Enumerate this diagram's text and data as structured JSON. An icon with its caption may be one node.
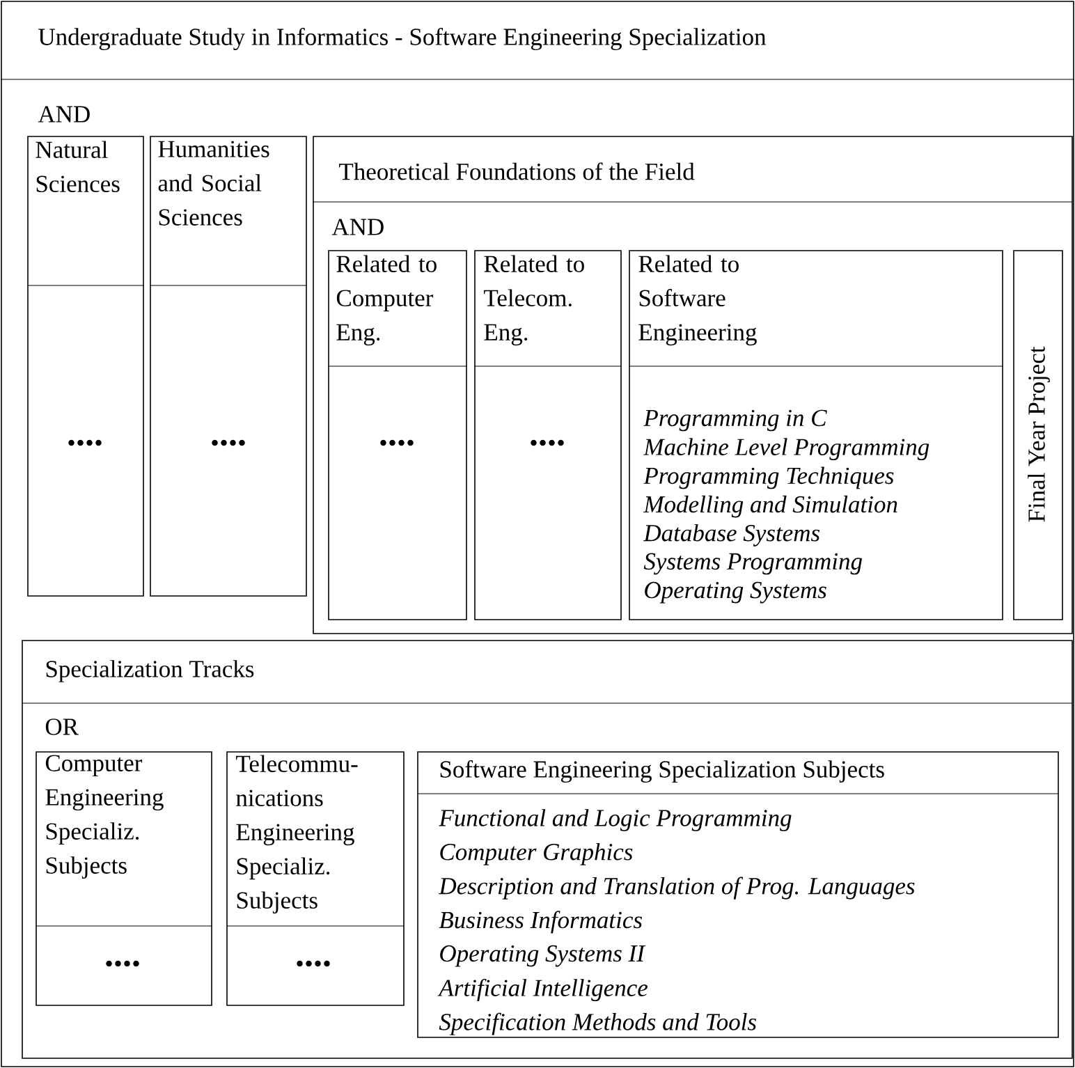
{
  "diagram": {
    "nodes": [
      {
        "text": [
          "Undergraduate Study in Informatics - Software Engineering Specialization",
          "AND"
        ]
      },
      {
        "text": [
          "Natural Sciences",
          "...."
        ],
        "in": 0
      },
      {
        "text": [
          "Humanities and Social Sciences",
          "...."
        ],
        "in": 0
      },
      {
        "text": [
          "Theoretical Foundations of the Field",
          "AND"
        ],
        "in": 0
      },
      {
        "text": [
          "Related to Computer Eng.",
          "...."
        ],
        "in": 3
      },
      {
        "text": [
          "Related to Telecom. Eng.",
          "...."
        ],
        "in": 3
      },
      {
        "text": [
          "Related to Software Engineering",
          "Programming in C",
          "Machine Level Programming",
          "Programming Techniques",
          "Modelling and Simulation",
          "Database Systems",
          "Systems Programming",
          "Operating Systems"
        ],
        "in": 3
      },
      {
        "text": [
          "Final Year Project"
        ],
        "in": 3
      },
      {
        "text": [
          "Specialization Tracks",
          "OR"
        ],
        "in": 0
      },
      {
        "text": [
          "Computer Engineering Specializ. Subjects",
          "...."
        ],
        "in": 8
      },
      {
        "text": [
          "Telecommu-nications Engineering Specializ. Subjects",
          "...."
        ],
        "in": 8
      },
      {
        "text": [
          "Software Engineering Specialization Subjects",
          "Functional and Logic Programming",
          "Computer Graphics",
          "Description and Translation of Prog. Languages",
          "Business Informatics",
          "Operating Systems II",
          "Artificial Intelligence",
          "Specification Methods and Tools"
        ],
        "in": 8
      }
    ]
  }
}
